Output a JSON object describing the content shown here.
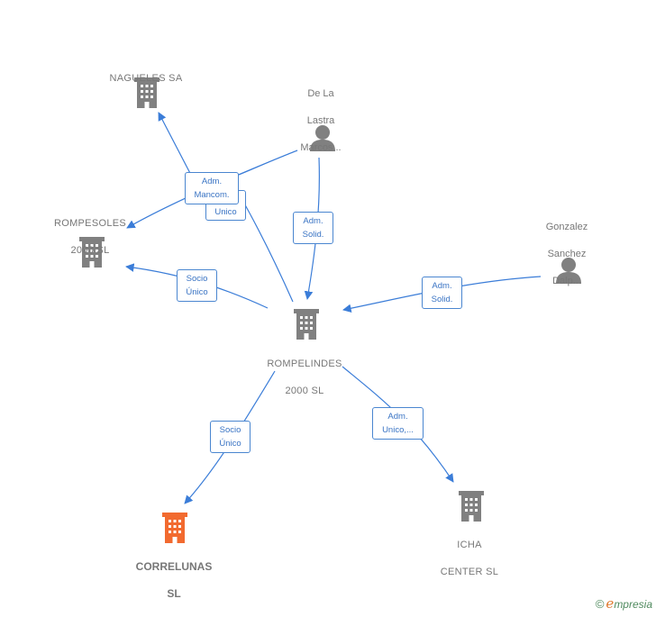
{
  "colors": {
    "edge": "#3b7dd8",
    "building": "#808080",
    "building_focus": "#f26a2f",
    "person": "#808080",
    "label": "#777777"
  },
  "nodes": {
    "nagueles": {
      "label": [
        "NAGUELES SA"
      ],
      "icon": "building-icon"
    },
    "delalastra": {
      "label": [
        "De La",
        "Lastra",
        "Marcos..."
      ],
      "icon": "person-icon"
    },
    "rompesoles": {
      "label": [
        "ROMPESOLES",
        "2000  SL"
      ],
      "icon": "building-icon"
    },
    "gonzalez": {
      "label": [
        "Gonzalez",
        "Sanchez",
        "Dalp..."
      ],
      "icon": "person-icon"
    },
    "rompelindes": {
      "label": [
        "ROMPELINDES",
        "2000  SL"
      ],
      "icon": "building-icon"
    },
    "correlunas": {
      "label": [
        "CORRELUNAS",
        "SL"
      ],
      "icon": "building-icon",
      "highlight": true
    },
    "icha": {
      "label": [
        "ICHA",
        "CENTER  SL"
      ],
      "icon": "building-icon"
    }
  },
  "edge_labels": {
    "mancom": [
      "Adm.",
      "Mancom."
    ],
    "unico": [
      "Unico"
    ],
    "solid_top": [
      "Adm.",
      "Solid."
    ],
    "solid_right": [
      "Adm.",
      "Solid."
    ],
    "socio_rompesoles": [
      "Socio",
      "Único"
    ],
    "socio_correlunas": [
      "Socio",
      "Único"
    ],
    "unico_icha": [
      "Adm.",
      "Unico,..."
    ]
  },
  "watermark": {
    "symbol": "©",
    "brand_initial": "e",
    "brand_rest": "mpresia"
  }
}
